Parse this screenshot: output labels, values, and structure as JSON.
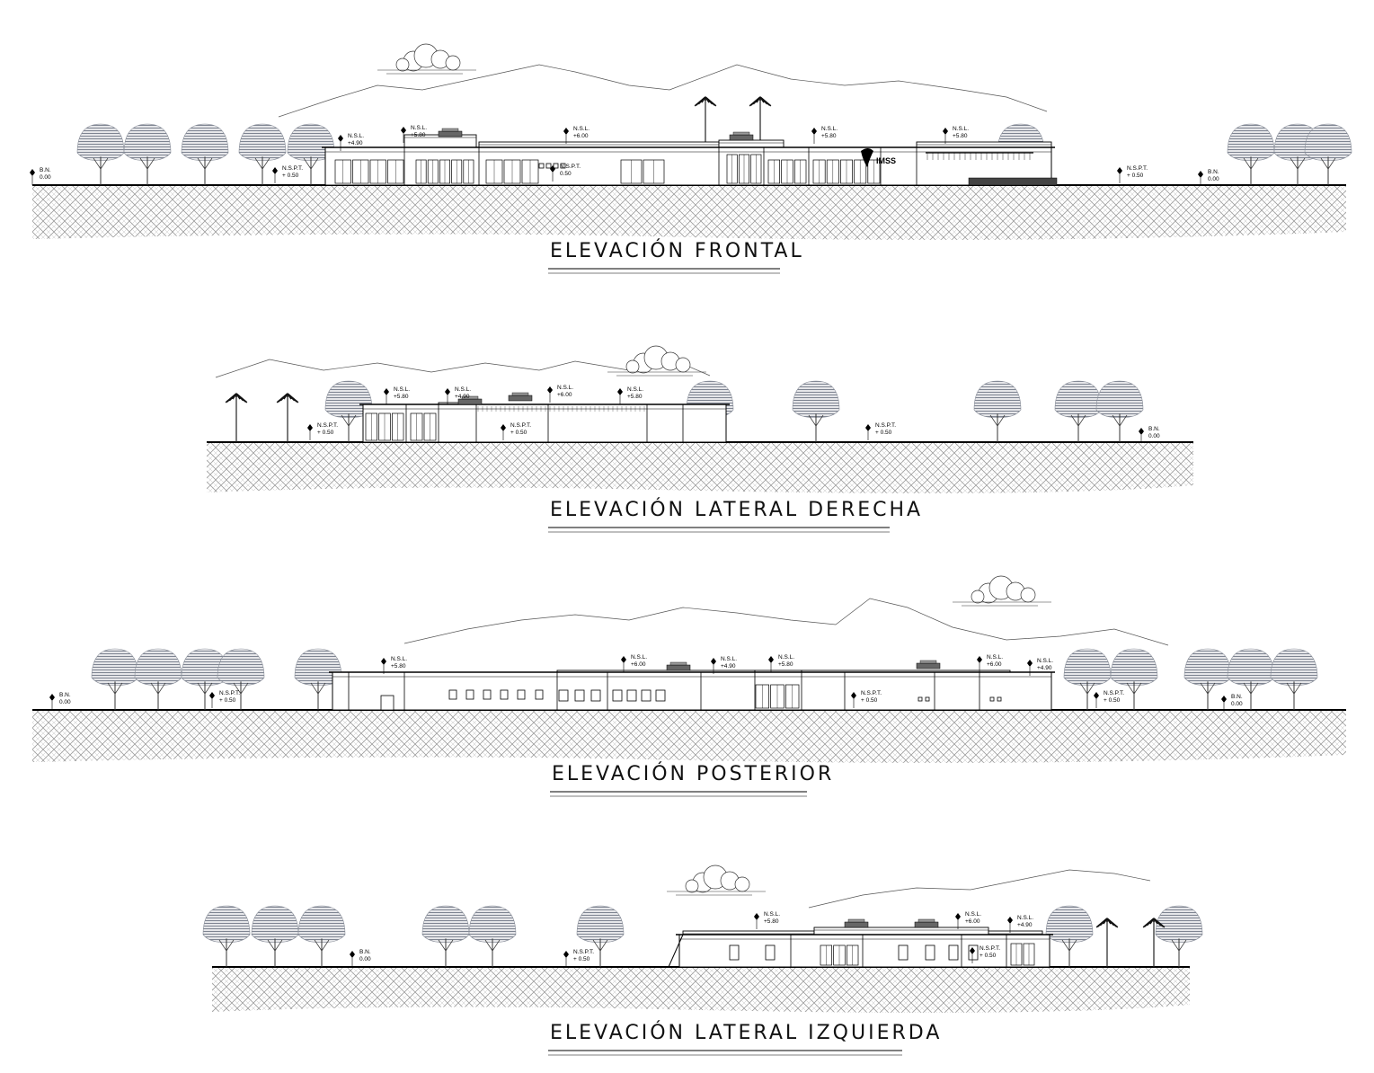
{
  "sheet": {
    "elevations": [
      {
        "id": "frontal",
        "title": "ELEVACIÓN FRONTAL",
        "logo": "IMSS",
        "labels": [
          {
            "name": "N.S.L.",
            "value": "+4.90"
          },
          {
            "name": "N.S.L.",
            "value": "+5.80"
          },
          {
            "name": "N.S.L.",
            "value": "+6.00"
          },
          {
            "name": "N.S.L.",
            "value": "+5.80"
          },
          {
            "name": "N.S.L.",
            "value": "+5.80"
          },
          {
            "name": "B.N.",
            "value": "0.00"
          },
          {
            "name": "N.S.P.T.",
            "value": "+ 0.50"
          },
          {
            "name": "N.S.P.T.",
            "value": "0.50"
          },
          {
            "name": "N.S.P.T.",
            "value": "+ 0.50"
          },
          {
            "name": "B.N.",
            "value": "0.00"
          }
        ]
      },
      {
        "id": "lateral-derecha",
        "title": "ELEVACIÓN LATERAL DERECHA",
        "labels": [
          {
            "name": "N.S.L.",
            "value": "+5.80"
          },
          {
            "name": "N.S.L.",
            "value": "+4.90"
          },
          {
            "name": "N.S.L.",
            "value": "+6.00"
          },
          {
            "name": "N.S.L.",
            "value": "+5.80"
          },
          {
            "name": "N.S.P.T.",
            "value": "+ 0.50"
          },
          {
            "name": "N.S.P.T.",
            "value": "+ 0.50"
          },
          {
            "name": "N.S.P.T.",
            "value": "+ 0.50"
          },
          {
            "name": "B.N.",
            "value": "0.00"
          }
        ]
      },
      {
        "id": "posterior",
        "title": "ELEVACIÓN POSTERIOR",
        "labels": [
          {
            "name": "B.N.",
            "value": "0.00"
          },
          {
            "name": "N.S.P.T.",
            "value": "+ 0.50"
          },
          {
            "name": "N.S.L.",
            "value": "+5.80"
          },
          {
            "name": "N.S.L.",
            "value": "+6.00"
          },
          {
            "name": "N.S.L.",
            "value": "+4.90"
          },
          {
            "name": "N.S.L.",
            "value": "+5.80"
          },
          {
            "name": "N.S.P.T.",
            "value": "+ 0.50"
          },
          {
            "name": "N.S.L.",
            "value": "+6.00"
          },
          {
            "name": "N.S.L.",
            "value": "+4.90"
          },
          {
            "name": "N.S.P.T.",
            "value": "+ 0.50"
          },
          {
            "name": "B.N.",
            "value": "0.00"
          }
        ]
      },
      {
        "id": "lateral-izquierda",
        "title": "ELEVACIÓN LATERAL IZQUIERDA",
        "labels": [
          {
            "name": "B.N.",
            "value": "0.00"
          },
          {
            "name": "N.S.P.T.",
            "value": "+ 0.50"
          },
          {
            "name": "N.S.L.",
            "value": "+5.80"
          },
          {
            "name": "N.S.L.",
            "value": "+6.00"
          },
          {
            "name": "N.S.L.",
            "value": "+4.90"
          },
          {
            "name": "N.S.P.T.",
            "value": "+ 0.50"
          }
        ]
      }
    ],
    "colors": {
      "line": "#000000",
      "tree_canopy": "#8a8f9a",
      "ground_hatch": "#9a9a9a",
      "mountain": "#555555"
    }
  }
}
